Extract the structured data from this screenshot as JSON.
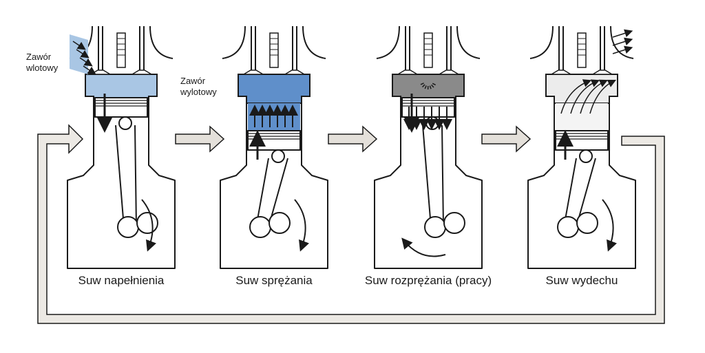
{
  "labels": {
    "intake_valve": "Zawór\nwlotowy",
    "exhaust_valve": "Zawór\nwylotowy"
  },
  "strokes": [
    {
      "caption": "Suw napełnienia",
      "chamber_color": "#a9c6e4",
      "cylinder_color": "#f4f7fb",
      "piston": "down"
    },
    {
      "caption": "Suw sprężania",
      "chamber_color": "#5f8fca",
      "cylinder_color": "#5f8fca",
      "piston": "up"
    },
    {
      "caption": "Suw rozprężania (pracy)",
      "chamber_color": "#8a8a8a",
      "cylinder_color": "#8a8a8a",
      "piston": "down"
    },
    {
      "caption": "Suw wydechu",
      "chamber_color": "#ececec",
      "cylinder_color": "#f4f4f4",
      "piston": "up"
    }
  ],
  "colors": {
    "arrow_fill": "#e4e0da",
    "loop_fill": "#ece9e4",
    "outline": "#1a1a1a"
  }
}
